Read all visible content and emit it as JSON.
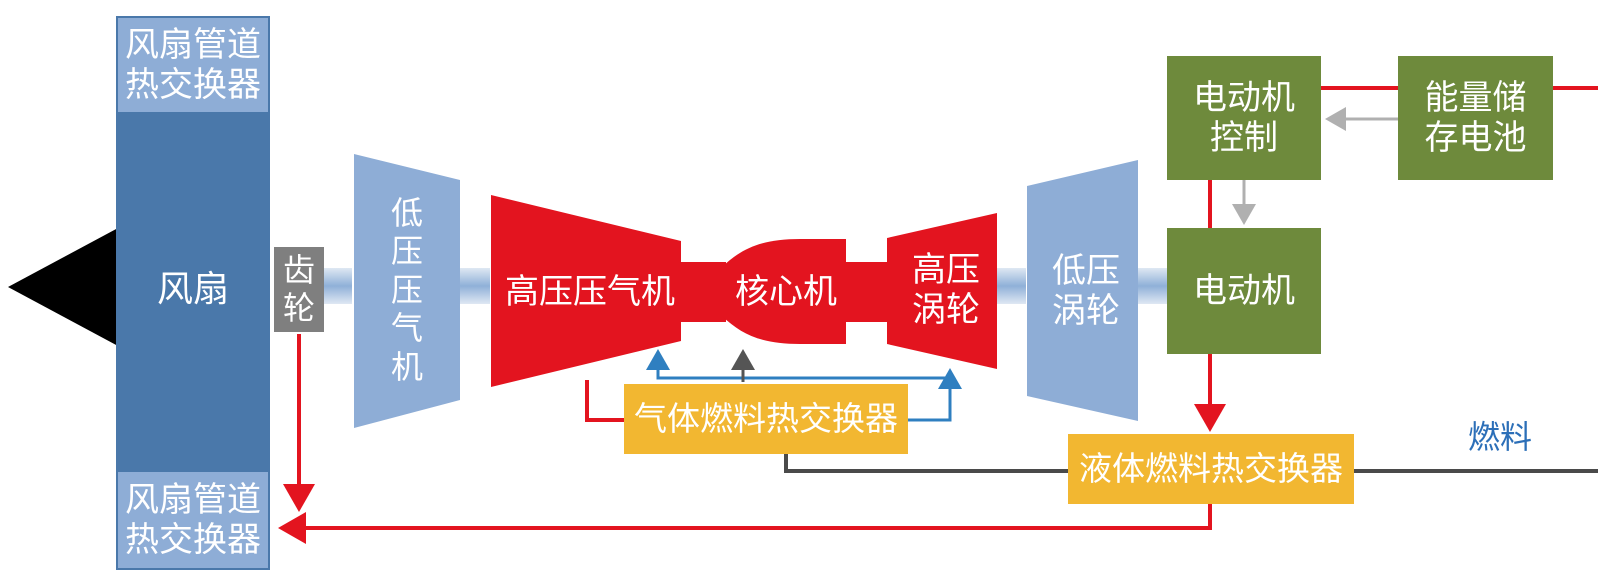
{
  "labels": {
    "fan_duct_hx_top": "风扇管道\n热交换器",
    "fan": "风扇",
    "fan_duct_hx_bottom": "风扇管道\n热交换器",
    "gear": "齿\n轮",
    "lpc": "低\n压\n压\n气\n机",
    "hpc": "高压压气机",
    "core": "核心机",
    "hpt": "高压\n涡轮",
    "lpt": "低压\n涡轮",
    "motor_control": "电动机\n控制",
    "battery": "能量储\n存电池",
    "motor": "电动机",
    "gas_fuel_hx": "气体燃料热交换器",
    "liquid_fuel_hx": "液体燃料热交换器",
    "fuel": "燃料"
  },
  "colors": {
    "fan_blue": "#4a78aa",
    "light_blue": "#8eadd6",
    "red": "#e3141f",
    "green": "#6e8a3c",
    "yellow": "#f2b731",
    "gear_gray": "#7f7f7f",
    "fuel_text": "#2c6fb8",
    "fuel_line": "#4a4a4a"
  }
}
